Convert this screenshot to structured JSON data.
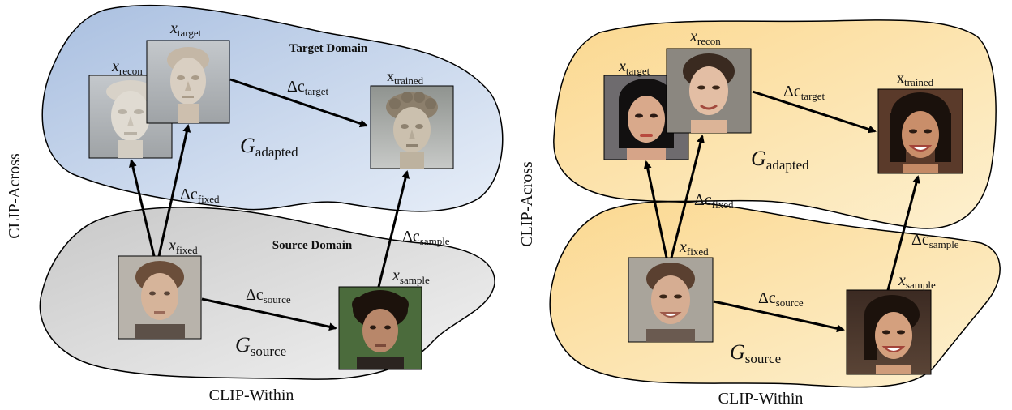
{
  "panels": [
    {
      "label_across": "CLIP-Across",
      "label_within": "CLIP-Within",
      "target_domain_title": "Target Domain",
      "source_domain_title": "Source Domain",
      "g_adapted": {
        "main": "G",
        "sub": "adapted"
      },
      "g_source": {
        "main": "G",
        "sub": "source"
      },
      "images": {
        "recon": {
          "main": "x",
          "sub": "recon",
          "depicts": "statue-face-icon"
        },
        "target": {
          "main": "x",
          "sub": "target",
          "depicts": "statue-face-icon"
        },
        "trained": {
          "main": "x",
          "sub": "trained",
          "depicts": "statue-face-icon"
        },
        "fixed": {
          "main": "x",
          "sub": "fixed",
          "depicts": "person-face-icon"
        },
        "sample": {
          "main": "x",
          "sub": "sample",
          "depicts": "person-face-icon"
        }
      },
      "deltas": {
        "target": {
          "main": "Δc",
          "sub": "target"
        },
        "fixed": {
          "main": "Δc",
          "sub": "fixed"
        },
        "sample": {
          "main": "Δc",
          "sub": "sample"
        },
        "source": {
          "main": "Δc",
          "sub": "source"
        }
      },
      "colors": {
        "target_fill": "#c9d8ee",
        "source_fill": "#d9d9d9",
        "face": "#cfc6b8",
        "sample_face": "#6b4a36"
      }
    },
    {
      "label_across": "CLIP-Across",
      "label_within": "CLIP-Within",
      "target_domain_title": "",
      "source_domain_title": "",
      "g_adapted": {
        "main": "G",
        "sub": "adapted"
      },
      "g_source": {
        "main": "G",
        "sub": "source"
      },
      "images": {
        "target": {
          "main": "x",
          "sub": "target",
          "depicts": "person-face-icon"
        },
        "recon": {
          "main": "x",
          "sub": "recon",
          "depicts": "person-face-icon"
        },
        "trained": {
          "main": "x",
          "sub": "trained",
          "depicts": "person-face-icon"
        },
        "fixed": {
          "main": "x",
          "sub": "fixed",
          "depicts": "person-face-icon"
        },
        "sample": {
          "main": "x",
          "sub": "sample",
          "depicts": "person-face-icon"
        }
      },
      "deltas": {
        "target": {
          "main": "Δc",
          "sub": "target"
        },
        "fixed": {
          "main": "Δc",
          "sub": "fixed"
        },
        "sample": {
          "main": "Δc",
          "sub": "sample"
        },
        "source": {
          "main": "Δc",
          "sub": "source"
        }
      },
      "colors": {
        "target_fill": "#fbe3a8",
        "source_fill": "#fbe3a8",
        "face": "#d8b295",
        "sample_face": "#c79472"
      }
    }
  ]
}
